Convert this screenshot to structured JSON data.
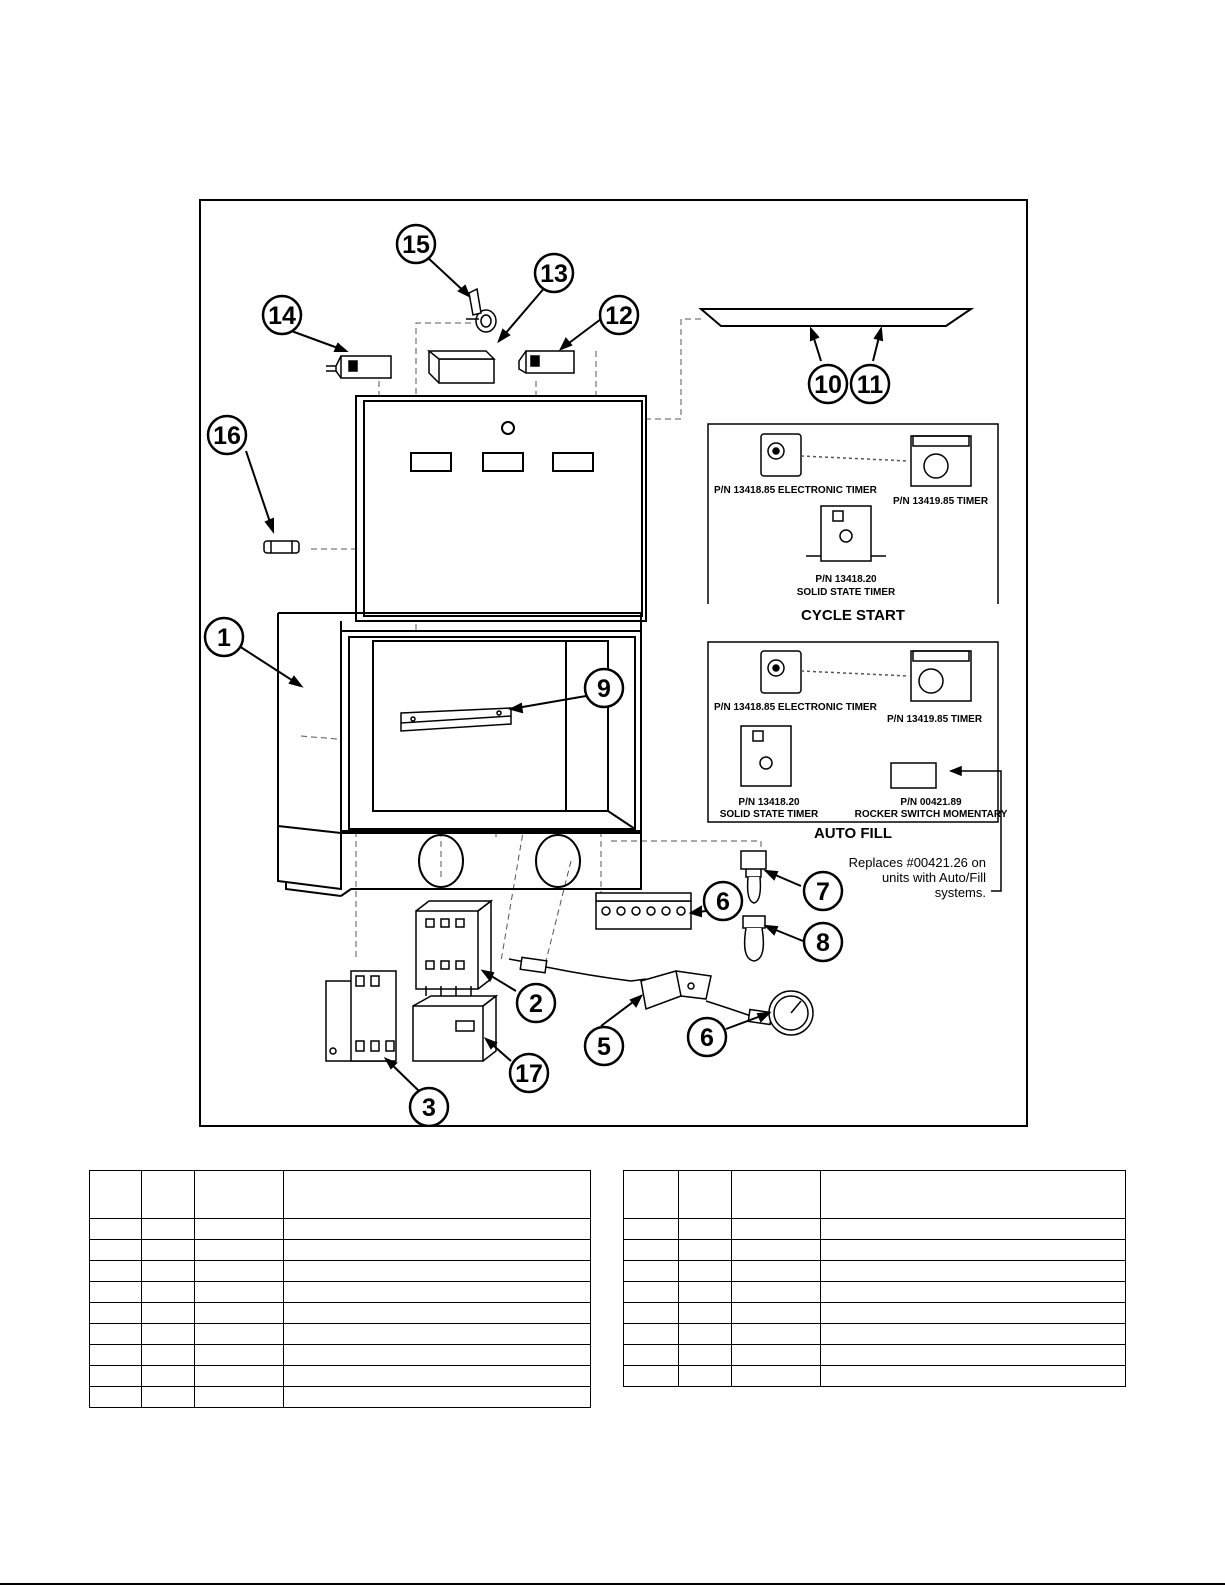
{
  "callouts": {
    "c1": "1",
    "c2": "2",
    "c3": "3",
    "c5": "5",
    "c6a": "6",
    "c6b": "6",
    "c7": "7",
    "c8": "8",
    "c9": "9",
    "c10": "10",
    "c11": "11",
    "c12": "12",
    "c13": "13",
    "c14": "14",
    "c15": "15",
    "c16": "16",
    "c17": "17"
  },
  "inset_cycle_start": {
    "title": "CYCLE START",
    "electronic_timer": "P/N 13418.85 ELECTRONIC TIMER",
    "timer": "P/N 13419.85 TIMER",
    "solid_state_pn": "P/N 13418.20",
    "solid_state_name": "SOLID STATE TIMER"
  },
  "inset_auto_fill": {
    "title": "AUTO FILL",
    "electronic_timer": "P/N 13418.85 ELECTRONIC TIMER",
    "timer": "P/N 13419.85 TIMER",
    "solid_state_pn": "P/N 13418.20",
    "solid_state_name": "SOLID STATE TIMER",
    "rocker_pn": "P/N 00421.89",
    "rocker_name": "ROCKER SWITCH MOMENTARY"
  },
  "note": {
    "line1": "Replaces #00421.26 on",
    "line2": "units with Auto/Fill",
    "line3": "systems."
  },
  "colors": {
    "ink": "#000000",
    "paper": "#ffffff",
    "leader": "#555555"
  }
}
